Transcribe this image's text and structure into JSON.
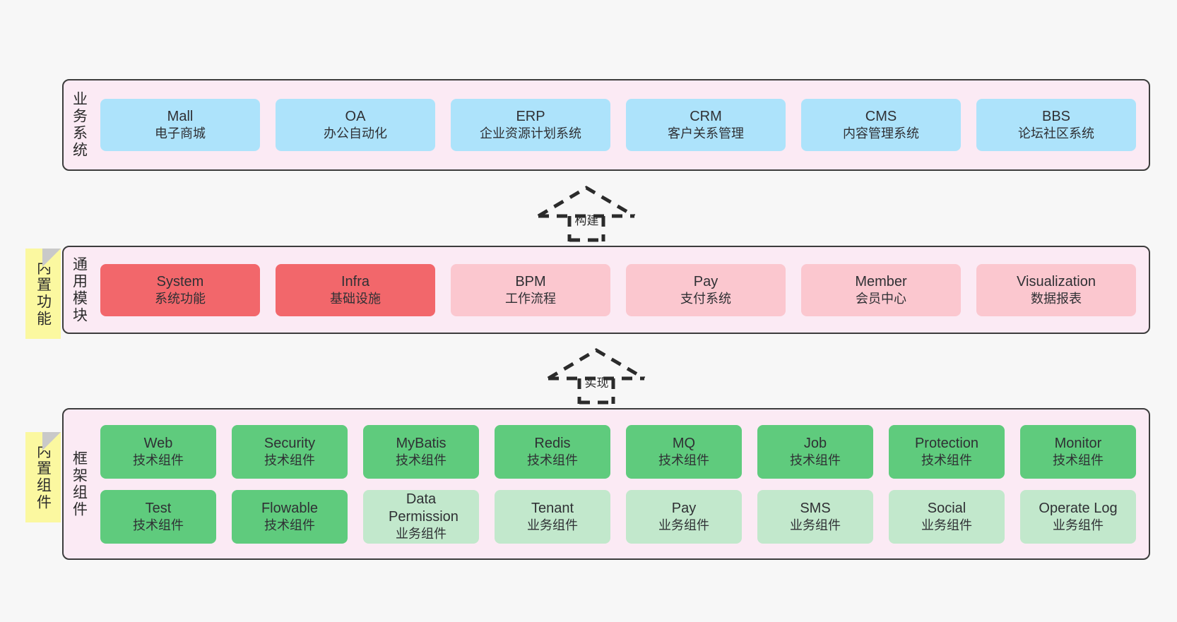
{
  "diagram": {
    "background": "#f7f7f7",
    "panel_fill": "#fbeaf4",
    "panel_stroke": "#3c3c3c",
    "sticky_fill": "#fbf8a0",
    "colors": {
      "business": "#ade3fb",
      "module_active": "#f2676b",
      "module_plain": "#fbc7cf",
      "tech_component": "#5fcb7d",
      "biz_component": "#c2e8cc"
    }
  },
  "layers": [
    {
      "id": "business-system",
      "title": "业务系统",
      "sticky": null,
      "rows": [
        [
          {
            "en": "Mall",
            "cn": "电子商城",
            "style": "c-blue"
          },
          {
            "en": "OA",
            "cn": "办公自动化",
            "style": "c-blue"
          },
          {
            "en": "ERP",
            "cn": "企业资源计划系统",
            "style": "c-blue"
          },
          {
            "en": "CRM",
            "cn": "客户关系管理",
            "style": "c-blue"
          },
          {
            "en": "CMS",
            "cn": "内容管理系统",
            "style": "c-blue"
          },
          {
            "en": "BBS",
            "cn": "论坛社区系统",
            "style": "c-blue"
          }
        ]
      ]
    },
    {
      "id": "common-module",
      "title": "通用模块",
      "sticky": "内置功能",
      "rows": [
        [
          {
            "en": "System",
            "cn": "系统功能",
            "style": "c-red"
          },
          {
            "en": "Infra",
            "cn": "基础设施",
            "style": "c-red"
          },
          {
            "en": "BPM",
            "cn": "工作流程",
            "style": "c-pink"
          },
          {
            "en": "Pay",
            "cn": "支付系统",
            "style": "c-pink"
          },
          {
            "en": "Member",
            "cn": "会员中心",
            "style": "c-pink"
          },
          {
            "en": "Visualization",
            "cn": "数据报表",
            "style": "c-pink"
          }
        ]
      ]
    },
    {
      "id": "framework-component",
      "title": "框架组件",
      "sticky": "内置组件",
      "rows": [
        [
          {
            "en": "Web",
            "cn": "技术组件",
            "style": "c-green"
          },
          {
            "en": "Security",
            "cn": "技术组件",
            "style": "c-green"
          },
          {
            "en": "MyBatis",
            "cn": "技术组件",
            "style": "c-green"
          },
          {
            "en": "Redis",
            "cn": "技术组件",
            "style": "c-green"
          },
          {
            "en": "MQ",
            "cn": "技术组件",
            "style": "c-green"
          },
          {
            "en": "Job",
            "cn": "技术组件",
            "style": "c-green"
          },
          {
            "en": "Protection",
            "cn": "技术组件",
            "style": "c-green"
          },
          {
            "en": "Monitor",
            "cn": "技术组件",
            "style": "c-green"
          }
        ],
        [
          {
            "en": "Test",
            "cn": "技术组件",
            "style": "c-green"
          },
          {
            "en": "Flowable",
            "cn": "技术组件",
            "style": "c-green"
          },
          {
            "en": "Data Permission",
            "cn": "业务组件",
            "style": "c-greenlight"
          },
          {
            "en": "Tenant",
            "cn": "业务组件",
            "style": "c-greenlight"
          },
          {
            "en": "Pay",
            "cn": "业务组件",
            "style": "c-greenlight"
          },
          {
            "en": "SMS",
            "cn": "业务组件",
            "style": "c-greenlight"
          },
          {
            "en": "Social",
            "cn": "业务组件",
            "style": "c-greenlight"
          },
          {
            "en": "Operate Log",
            "cn": "业务组件",
            "style": "c-greenlight"
          }
        ]
      ]
    }
  ],
  "connectors": [
    {
      "id": "build",
      "label": "构建",
      "from": "common-module",
      "to": "business-system"
    },
    {
      "id": "implement",
      "label": "实现",
      "from": "framework-component",
      "to": "common-module"
    }
  ]
}
